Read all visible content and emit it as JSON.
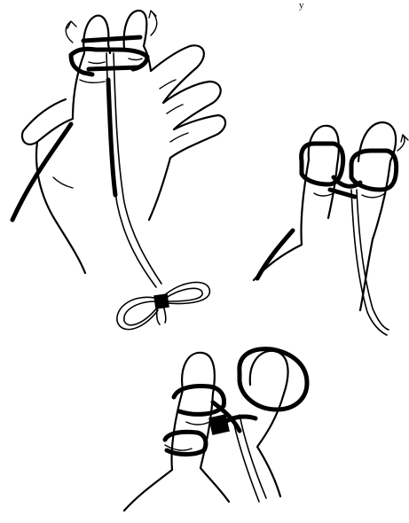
{
  "figure": {
    "panels": [
      {
        "id": "hand-with-cord"
      },
      {
        "id": "two-fingers-wrap"
      },
      {
        "id": "two-fingers-loop"
      }
    ],
    "top_marks": [
      "y"
    ],
    "ink_color": "#000000",
    "paper_color": "#ffffff"
  }
}
